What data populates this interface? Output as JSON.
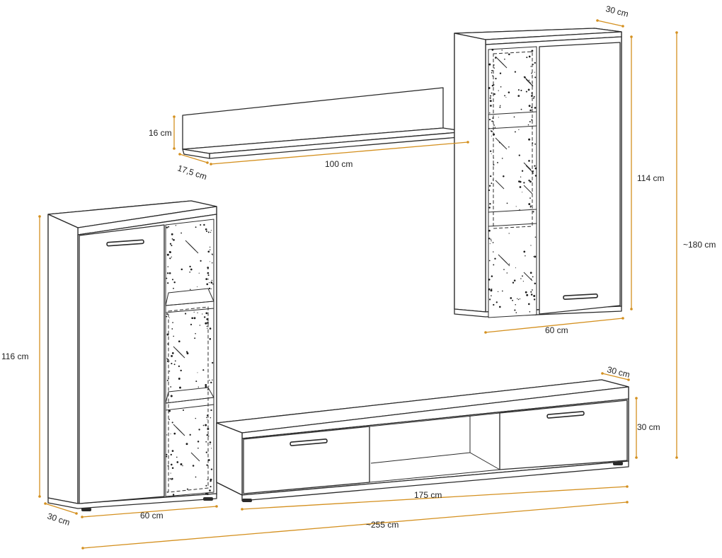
{
  "colors": {
    "dimension_line": "#d4901f",
    "outline": "#2b2b2b",
    "background": "#ffffff"
  },
  "dimensions": {
    "shelf_height": "16 cm",
    "shelf_depth": "17,5 cm",
    "shelf_width": "100 cm",
    "wall_cabinet_depth": "30 cm",
    "wall_cabinet_height": "114 cm",
    "wall_cabinet_width": "60 cm",
    "overall_height": "~180 cm",
    "tv_unit_depth": "30 cm",
    "tv_unit_height": "30 cm",
    "tv_unit_width": "175 cm",
    "tall_cabinet_height": "116 cm",
    "tall_cabinet_depth": "30 cm",
    "tall_cabinet_width": "60 cm",
    "overall_width": "~255 cm"
  }
}
